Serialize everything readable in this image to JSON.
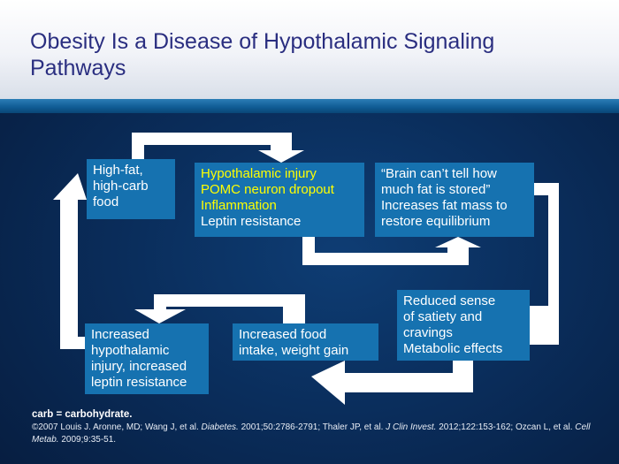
{
  "slide": {
    "title": "Obesity Is a Disease of Hypothalamic Signaling Pathways"
  },
  "diagram": {
    "colors": {
      "box": "#1672b0",
      "arrow": "#ffffff",
      "highlight_text": "#ffff00",
      "text": "#ffffff"
    },
    "boxes": {
      "food": {
        "lines": [
          "High-fat,",
          "high-carb",
          "food"
        ]
      },
      "hypo": {
        "highlight_lines": [
          "Hypothalamic injury",
          "POMC neuron dropout",
          "Inflammation"
        ],
        "lines": [
          "Leptin resistance"
        ]
      },
      "brain": {
        "lines": [
          "“Brain can’t tell how",
          "much fat is stored”",
          "Increases fat mass to",
          "restore equilibrium"
        ]
      },
      "satiety": {
        "lines": [
          "Reduced sense",
          "of satiety and",
          "cravings",
          "Metabolic effects"
        ]
      },
      "intake": {
        "lines": [
          "Increased food",
          "intake, weight gain"
        ]
      },
      "injury": {
        "lines": [
          "Increased",
          "hypothalamic",
          "injury, increased",
          "leptin resistance"
        ]
      }
    }
  },
  "footnote": {
    "abbreviation": "carb = carbohydrate.",
    "citation": {
      "p1": "©2007 Louis J. Aronne, MD; Wang J, et al. ",
      "j1": "Diabetes.",
      "p2": " 2001;50:2786-2791; Thaler JP, et al. ",
      "j2": "J Clin Invest.",
      "p3": " 2012;122:153-162; Ozcan L, et al. ",
      "j3": "Cell Metab.",
      "p4": " 2009;9:35-51."
    }
  }
}
